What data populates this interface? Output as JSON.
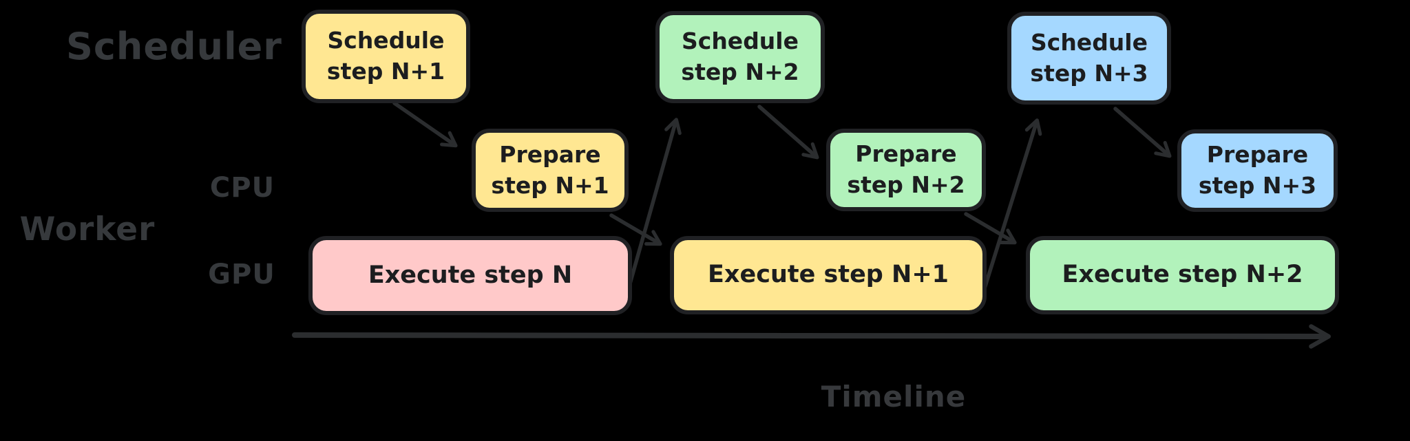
{
  "diagram": {
    "lane_labels": {
      "scheduler": "Scheduler",
      "worker": "Worker",
      "cpu": "CPU",
      "gpu": "GPU"
    },
    "axis_label": "Timeline",
    "boxes": {
      "schedule_n1": {
        "line1": "Schedule",
        "line2": "step N+1",
        "fill": "#ffe792"
      },
      "schedule_n2": {
        "line1": "Schedule",
        "line2": "step N+2",
        "fill": "#b2f2bb"
      },
      "schedule_n3": {
        "line1": "Schedule",
        "line2": "step N+3",
        "fill": "#a5d8ff"
      },
      "prepare_n1": {
        "line1": "Prepare",
        "line2": "step N+1",
        "fill": "#ffe792"
      },
      "prepare_n2": {
        "line1": "Prepare",
        "line2": "step N+2",
        "fill": "#b2f2bb"
      },
      "prepare_n3": {
        "line1": "Prepare",
        "line2": "step N+3",
        "fill": "#a5d8ff"
      },
      "execute_n": {
        "line1": "Execute step N",
        "fill": "#ffc9c9"
      },
      "execute_n1": {
        "line1": "Execute step N+1",
        "fill": "#ffe792"
      },
      "execute_n2": {
        "line1": "Execute step N+2",
        "fill": "#b2f2bb"
      }
    },
    "arrows": [
      {
        "from": "schedule_n1",
        "to": "prepare_n1"
      },
      {
        "from": "prepare_n1",
        "to": "execute_n1"
      },
      {
        "from": "execute_n",
        "to": "schedule_n2"
      },
      {
        "from": "schedule_n2",
        "to": "prepare_n2"
      },
      {
        "from": "prepare_n2",
        "to": "execute_n2"
      },
      {
        "from": "execute_n1",
        "to": "schedule_n3"
      },
      {
        "from": "schedule_n3",
        "to": "prepare_n3"
      }
    ],
    "colors": {
      "background": "#000000",
      "box_stroke": "#202124",
      "box_text": "#1c1d1f",
      "arrow": "#2b2d2f",
      "lane_label_text": "#36393c",
      "yellow": "#ffe792",
      "green": "#b2f2bb",
      "blue": "#a5d8ff",
      "pink": "#ffc9c9"
    }
  }
}
